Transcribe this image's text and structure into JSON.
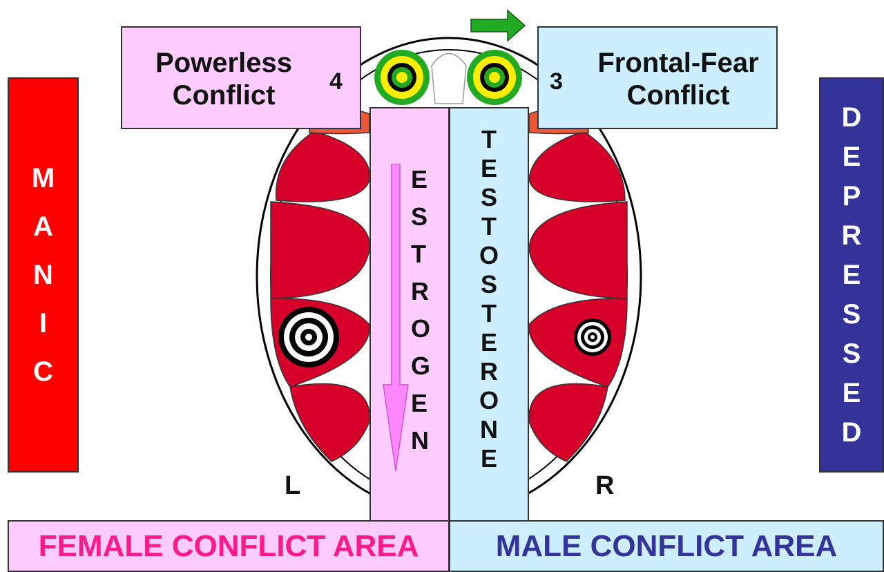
{
  "left_bar": {
    "letters": [
      "M",
      "A",
      "N",
      "I",
      "C"
    ],
    "color": "#ff0000"
  },
  "right_bar": {
    "letters": [
      "D",
      "E",
      "P",
      "R",
      "E",
      "S",
      "S",
      "E",
      "D"
    ],
    "color": "#333399"
  },
  "left_box": {
    "line1": "Powerless",
    "line2": "Conflict",
    "number": "4",
    "color": "#ffccff"
  },
  "right_box": {
    "line1": "Frontal-Fear",
    "line2": "Conflict",
    "number": "3",
    "color": "#cceeff"
  },
  "estrogen_letters": [
    "E",
    "S",
    "T",
    "R",
    "O",
    "G",
    "E",
    "N"
  ],
  "testosterone_letters": [
    "T",
    "E",
    "S",
    "T",
    "O",
    "S",
    "T",
    "E",
    "R",
    "O",
    "N",
    "E"
  ],
  "side_labels": {
    "left": "L",
    "right": "R"
  },
  "bottom_left": {
    "label": "FEMALE CONFLICT AREA",
    "color": "#ff1a8c"
  },
  "bottom_right": {
    "label": "MALE CONFLICT AREA",
    "color": "#333399"
  },
  "icons": {
    "arrow": "green-right-arrow-icon",
    "hamer_foci": "concentric-ring-target-icon",
    "estrogen_arrow": "pink-down-arrow-icon"
  },
  "colors": {
    "tissue": "#d6002a",
    "ring_green": "#22aa22",
    "ring_yellow": "#ffee00"
  }
}
